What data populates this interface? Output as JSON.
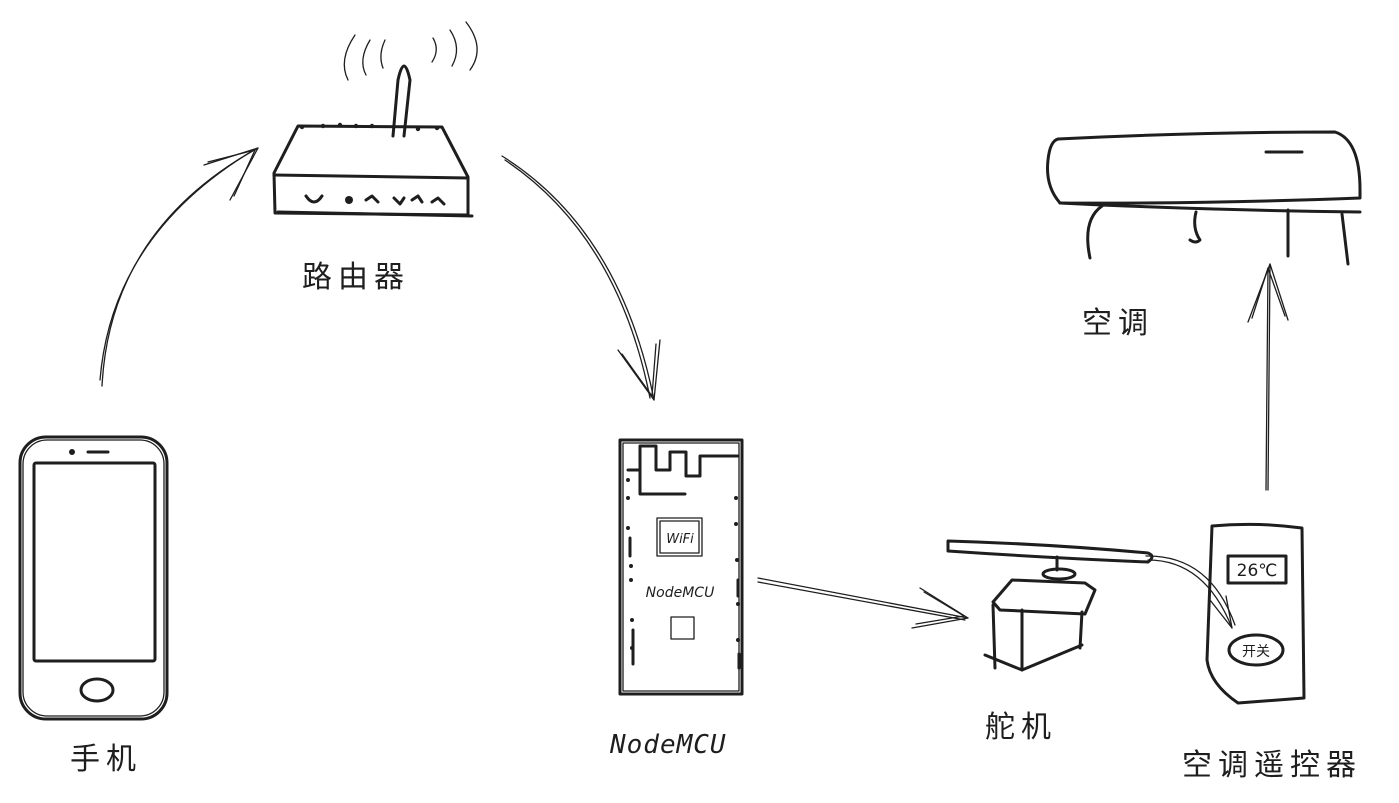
{
  "nodes": {
    "phone": {
      "label": "手机"
    },
    "router": {
      "label": "路由器"
    },
    "nodemcu": {
      "label": "NodeMCU",
      "chip_text": "WiFi",
      "board_text": "NodeMCU"
    },
    "servo": {
      "label": "舵机"
    },
    "remote": {
      "label": "空调遥控器",
      "display_text": "26℃",
      "button_text": "开关"
    },
    "ac": {
      "label": "空调"
    }
  },
  "edges": [
    {
      "from": "phone",
      "to": "router"
    },
    {
      "from": "router",
      "to": "nodemcu"
    },
    {
      "from": "nodemcu",
      "to": "servo"
    },
    {
      "from": "servo",
      "to": "remote"
    },
    {
      "from": "remote",
      "to": "ac"
    }
  ],
  "colors": {
    "stroke": "#1e1e1e",
    "background": "#ffffff"
  }
}
